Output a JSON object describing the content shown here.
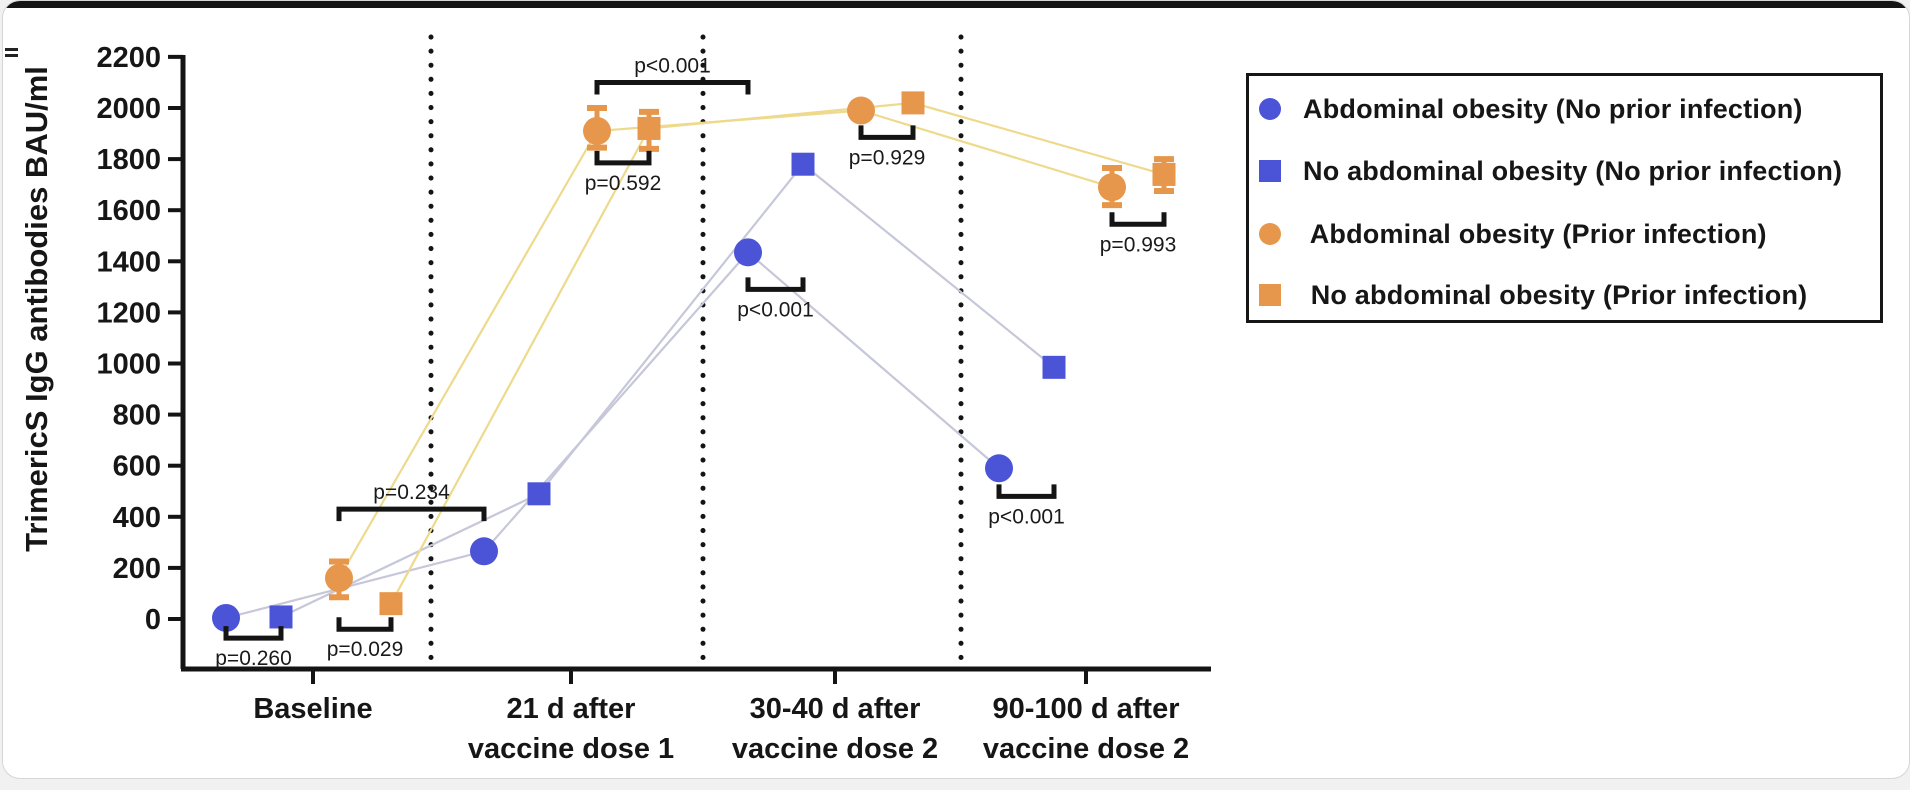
{
  "chart_data": {
    "type": "line",
    "title": "",
    "xlabel": "",
    "ylabel": "TrimericS IgG antibodies BAU/ml",
    "ylim": [
      0,
      2200
    ],
    "yticks": [
      0,
      200,
      400,
      600,
      800,
      1000,
      1200,
      1400,
      1600,
      1800,
      2000,
      2200
    ],
    "grid": false,
    "legend_position": "top-right-outside",
    "categories": [
      [
        "Baseline"
      ],
      [
        "21 d after",
        "vaccine dose 1"
      ],
      [
        "30-40 d after",
        "vaccine dose 2"
      ],
      [
        "90-100 d after",
        "vaccine dose 2"
      ]
    ],
    "series": [
      {
        "name": "Abdominal obesity (No prior infection)",
        "marker": "circle",
        "color": "#4b54d6",
        "line_color": "#c6c7d9",
        "values": [
          4,
          265,
          1435,
          590
        ],
        "errors": [
          null,
          null,
          null,
          null
        ]
      },
      {
        "name": "No abdominal obesity (No prior infection)",
        "marker": "square",
        "color": "#4b54d6",
        "line_color": "#c6c7d9",
        "values": [
          8,
          490,
          1780,
          985
        ],
        "errors": [
          null,
          null,
          null,
          null
        ]
      },
      {
        "name": "Abdominal obesity (Prior infection)",
        "marker": "circle",
        "color": "#e6974b",
        "line_color": "#eeda8c",
        "values": [
          160,
          1910,
          1990,
          1690
        ],
        "errors": [
          {
            "lo": 85,
            "hi": 225
          },
          {
            "lo": 1845,
            "hi": 2000
          },
          null,
          {
            "lo": 1620,
            "hi": 1765
          }
        ]
      },
      {
        "name": "No abdominal obesity (Prior infection)",
        "marker": "square",
        "color": "#e6974b",
        "line_color": "#eeda8c",
        "values": [
          60,
          1920,
          2020,
          1740
        ],
        "errors": [
          null,
          {
            "lo": 1840,
            "hi": 1985
          },
          null,
          {
            "lo": 1675,
            "hi": 1800
          }
        ]
      }
    ],
    "comparisons": [
      {
        "label": "p=0.260",
        "from": {
          "cat": 0,
          "series": 0
        },
        "to": {
          "cat": 0,
          "series": 1
        },
        "y": -75,
        "side": "below"
      },
      {
        "label": "p=0.029",
        "from": {
          "cat": 0,
          "series": 2
        },
        "to": {
          "cat": 0,
          "series": 3
        },
        "y": -40,
        "side": "below"
      },
      {
        "label": "p=0.234",
        "from": {
          "cat": 0,
          "series": 2
        },
        "to": {
          "cat": 1,
          "series": 0
        },
        "y": 430,
        "side": "above"
      },
      {
        "label": "p<0.001",
        "from": {
          "cat": 1,
          "series": 2
        },
        "to": {
          "cat": 2,
          "series": 0
        },
        "y": 2100,
        "side": "above"
      },
      {
        "label": "p=0.592",
        "from": {
          "cat": 1,
          "series": 2
        },
        "to": {
          "cat": 1,
          "series": 3
        },
        "y": 1785,
        "side": "below"
      },
      {
        "label": "p<0.001",
        "from": {
          "cat": 2,
          "series": 0
        },
        "to": {
          "cat": 2,
          "series": 1
        },
        "y": 1290,
        "side": "below"
      },
      {
        "label": "p=0.929",
        "from": {
          "cat": 2,
          "series": 2
        },
        "to": {
          "cat": 2,
          "series": 3
        },
        "y": 1885,
        "side": "below"
      },
      {
        "label": "p<0.001",
        "from": {
          "cat": 3,
          "series": 0
        },
        "to": {
          "cat": 3,
          "series": 1
        },
        "y": 480,
        "side": "below"
      },
      {
        "label": "p=0.993",
        "from": {
          "cat": 3,
          "series": 2
        },
        "to": {
          "cat": 3,
          "series": 3
        },
        "y": 1545,
        "side": "below"
      }
    ]
  },
  "legend": {
    "items": [
      {
        "label": "Abdominal obesity (No prior infection)",
        "marker": "circle",
        "color": "#4b54d6"
      },
      {
        "label": "No abdominal obesity (No prior infection)",
        "marker": "square",
        "color": "#4b54d6"
      },
      {
        "label": " Abdominal obesity (Prior infection)",
        "marker": "circle",
        "color": "#e6974b"
      },
      {
        "label": " No abdominal obesity (Prior infection)",
        "marker": "square",
        "color": "#e6974b"
      }
    ]
  }
}
